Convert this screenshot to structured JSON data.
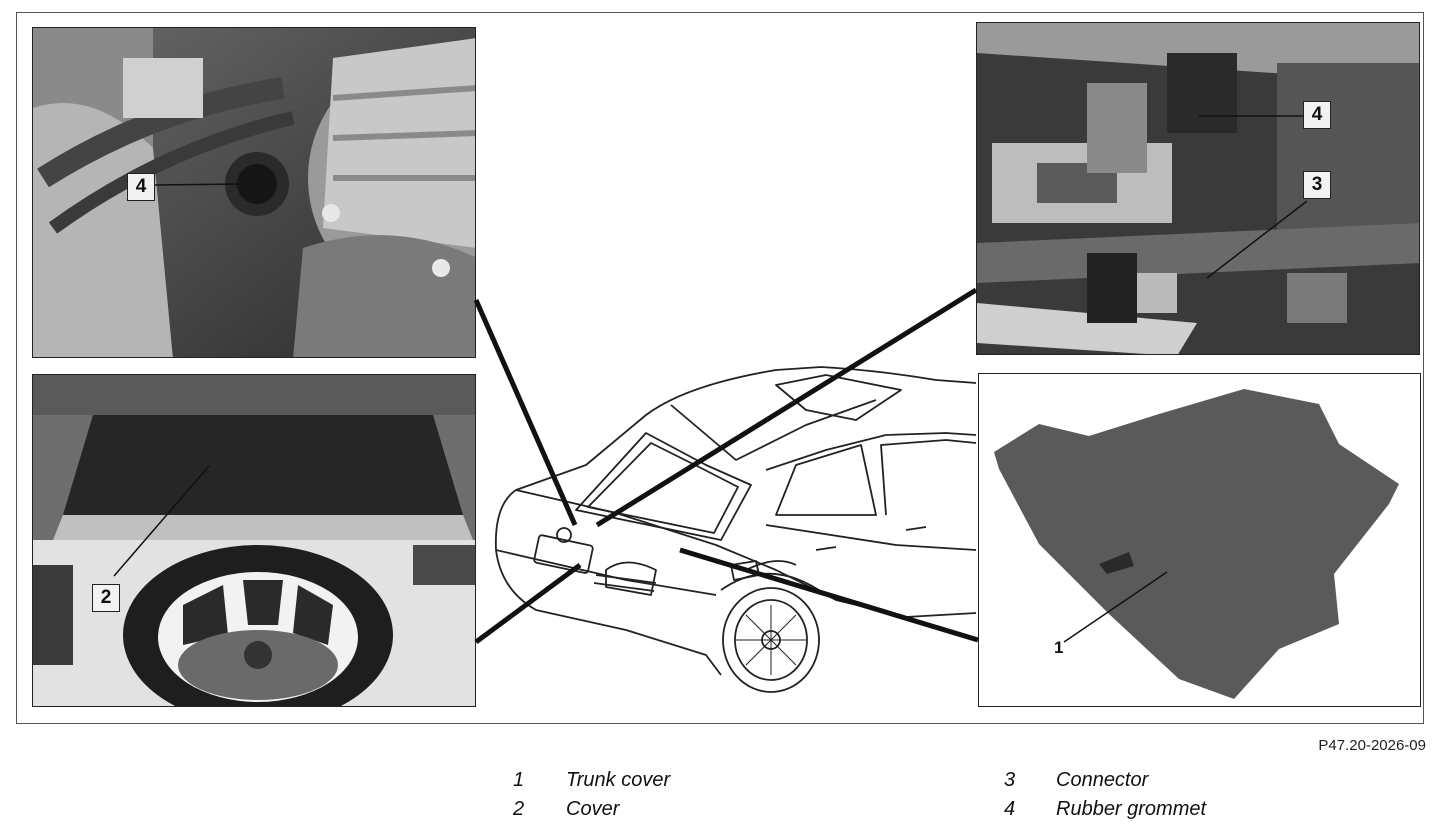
{
  "figure_ref": "P47.20-2026-09",
  "callouts": {
    "photo_tl": "4",
    "photo_bl": "2",
    "photo_tr_a": "4",
    "photo_tr_b": "3",
    "photo_br": "1"
  },
  "legend": [
    {
      "num": "1",
      "text": "Trunk cover"
    },
    {
      "num": "2",
      "text": "Cover"
    },
    {
      "num": "3",
      "text": "Connector"
    },
    {
      "num": "4",
      "text": "Rubber grommet"
    }
  ]
}
